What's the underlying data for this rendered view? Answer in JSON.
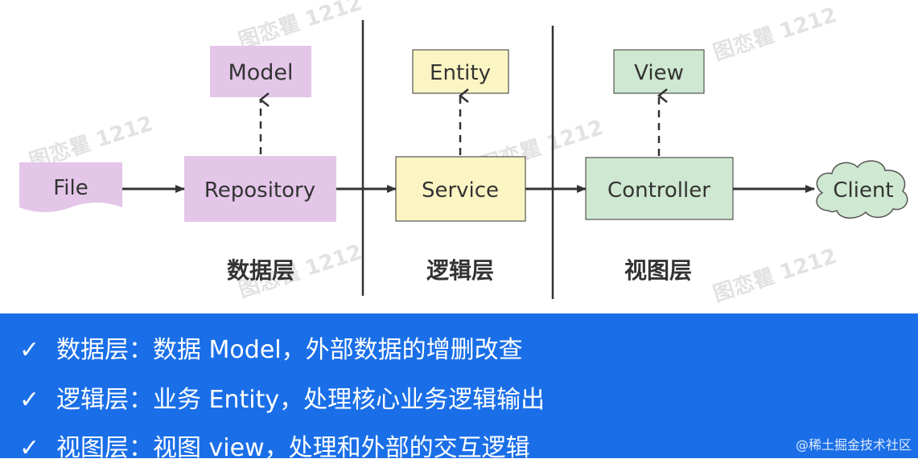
{
  "colors": {
    "data_layer_fill": "#e3c6e8",
    "logic_layer_fill": "#fbf5c3",
    "view_layer_fill": "#cfe8d1",
    "arrow": "#333333",
    "summary_bg": "#1a6fe8"
  },
  "nodes": {
    "file": "File",
    "model": "Model",
    "repository": "Repository",
    "entity": "Entity",
    "service": "Service",
    "view": "View",
    "controller": "Controller",
    "client": "Client"
  },
  "layers": {
    "data": "数据层",
    "logic": "逻辑层",
    "view": "视图层"
  },
  "watermark": "图恋瞿 1212",
  "summary": [
    {
      "check": "✓",
      "text": "数据层：数据 Model，外部数据的增删改查"
    },
    {
      "check": "✓",
      "text": "逻辑层：业务 Entity，处理核心业务逻辑输出"
    },
    {
      "check": "✓",
      "text": "视图层：视图 view，处理和外部的交互逻辑"
    }
  ],
  "credit": "@稀土掘金技术社区"
}
